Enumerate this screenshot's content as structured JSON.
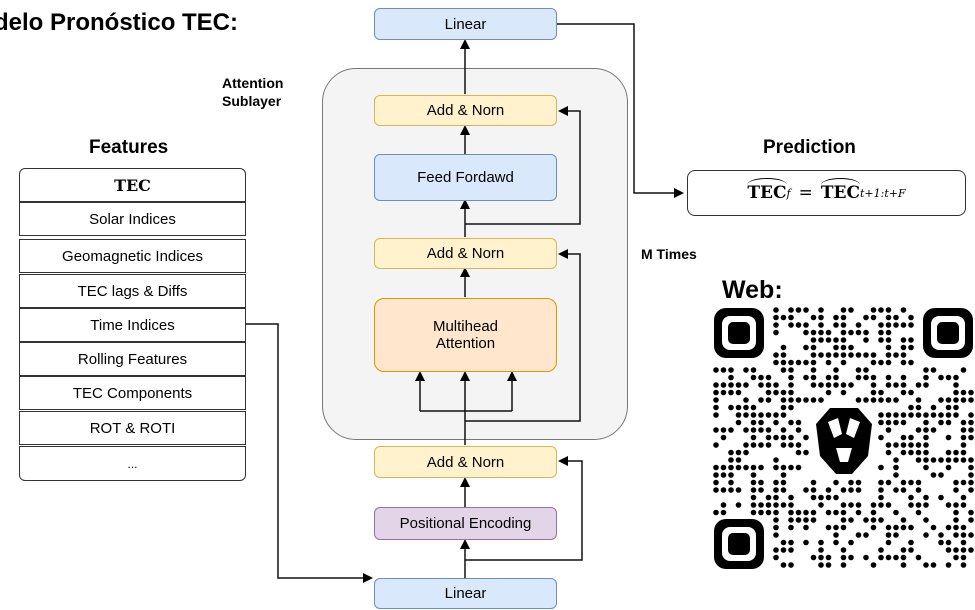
{
  "title": "delo Pronóstico TEC:",
  "attention_label": [
    "Attention",
    "Sublayer"
  ],
  "features": {
    "header": "Features",
    "items": [
      "TEC",
      "Solar Indices",
      "Geomagnetic Indices",
      "TEC lags & Diffs",
      "Time Indices",
      "Rolling Features",
      "TEC Components",
      "ROT & ROTI",
      "..."
    ]
  },
  "blocks": {
    "linear_top": "Linear",
    "add_norm_1": "Add & Norn",
    "feed_forward": "Feed Fordawd",
    "add_norm_2": "Add & Norn",
    "multihead": "Multihead Attention",
    "add_norm_3": "Add & Norn",
    "positional_encoding": "Positional Encoding",
    "linear_bottom": "Linear"
  },
  "prediction": {
    "header": "Prediction",
    "lhs": "TEC",
    "lhs_sup": "f",
    "eq": "=",
    "rhs": "TEC",
    "rhs_sub": "t+1:t+F"
  },
  "m_times": "M Times",
  "web_label": "Web:",
  "colors": {
    "blue": "#dae8fc",
    "yellow": "#fff2cc",
    "orange": "#ffe6cc",
    "purple": "#e1d5e7",
    "sublayer": "#f4f4f4"
  }
}
